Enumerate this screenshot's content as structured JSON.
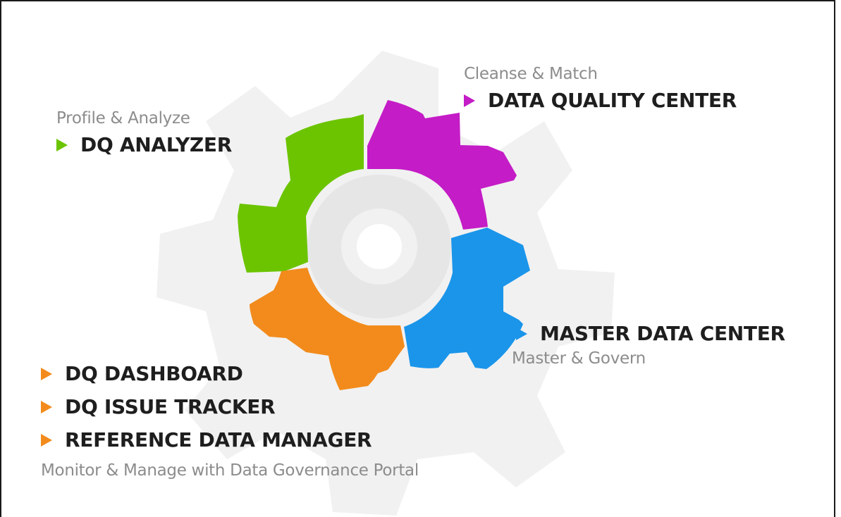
{
  "colors": {
    "analyze": "#6cc400",
    "cleanse": "#c41cc6",
    "master": "#1a95ea",
    "monitor": "#f28b1c",
    "ghost_gear": "#f1f1f1",
    "hub_ring": "#e6e6e6",
    "subtitle_text": "#8c8c8c",
    "title_text": "#1e1e1e"
  },
  "analyze": {
    "subtitle": "Profile & Analyze",
    "items": [
      "DQ ANALYZER"
    ]
  },
  "cleanse": {
    "subtitle": "Cleanse & Match",
    "items": [
      "DATA QUALITY CENTER"
    ]
  },
  "master": {
    "subtitle": "Master & Govern",
    "items": [
      "MASTER DATA CENTER"
    ]
  },
  "monitor": {
    "subtitle": "Monitor & Manage with Data Governance Portal",
    "items": [
      "DQ DASHBOARD",
      "DQ ISSUE TRACKER",
      "REFERENCE DATA MANAGER"
    ]
  }
}
